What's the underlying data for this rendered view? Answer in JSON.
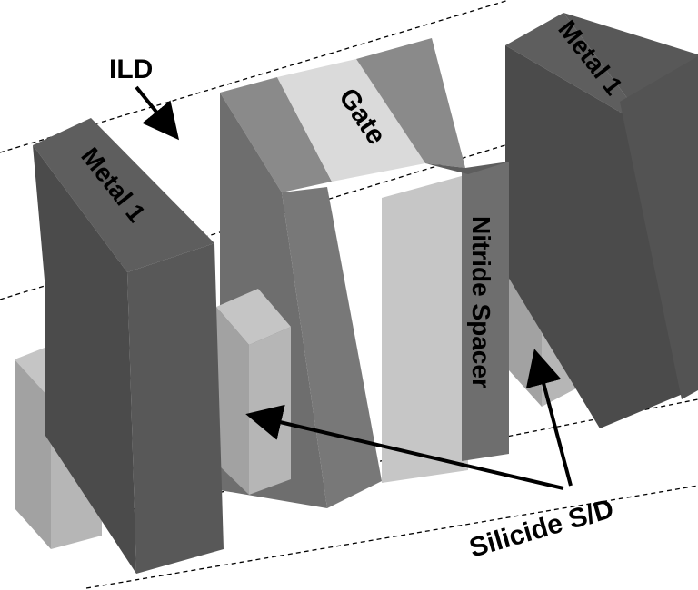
{
  "labels": {
    "ild": "ILD",
    "metal_left": "Metal 1",
    "metal_right": "Metal 1",
    "gate": "Gate",
    "spacer": "Nitride Spacer",
    "silicide": "Silicide S/D"
  },
  "colors": {
    "background": "#ffffff",
    "metal_top": "#5e5e5e",
    "metal_front": "#4b4b4b",
    "metal_side": "#585858",
    "gate_top": "#dadada",
    "gate_front": "#c6c6c6",
    "spacer_top": "#8a8a8a",
    "spacer_front": "#6e6e6e",
    "spacer_side": "#5d5d5d",
    "silicide_top": "#c5c5c5",
    "silicide_front": "#a2a2a2",
    "silicide_side": "#b6b6b6",
    "ink": "#000000"
  },
  "icons": [
    "ild-arrow",
    "silicide-arrow-left",
    "silicide-arrow-right",
    "dashed-ild-boundary"
  ]
}
